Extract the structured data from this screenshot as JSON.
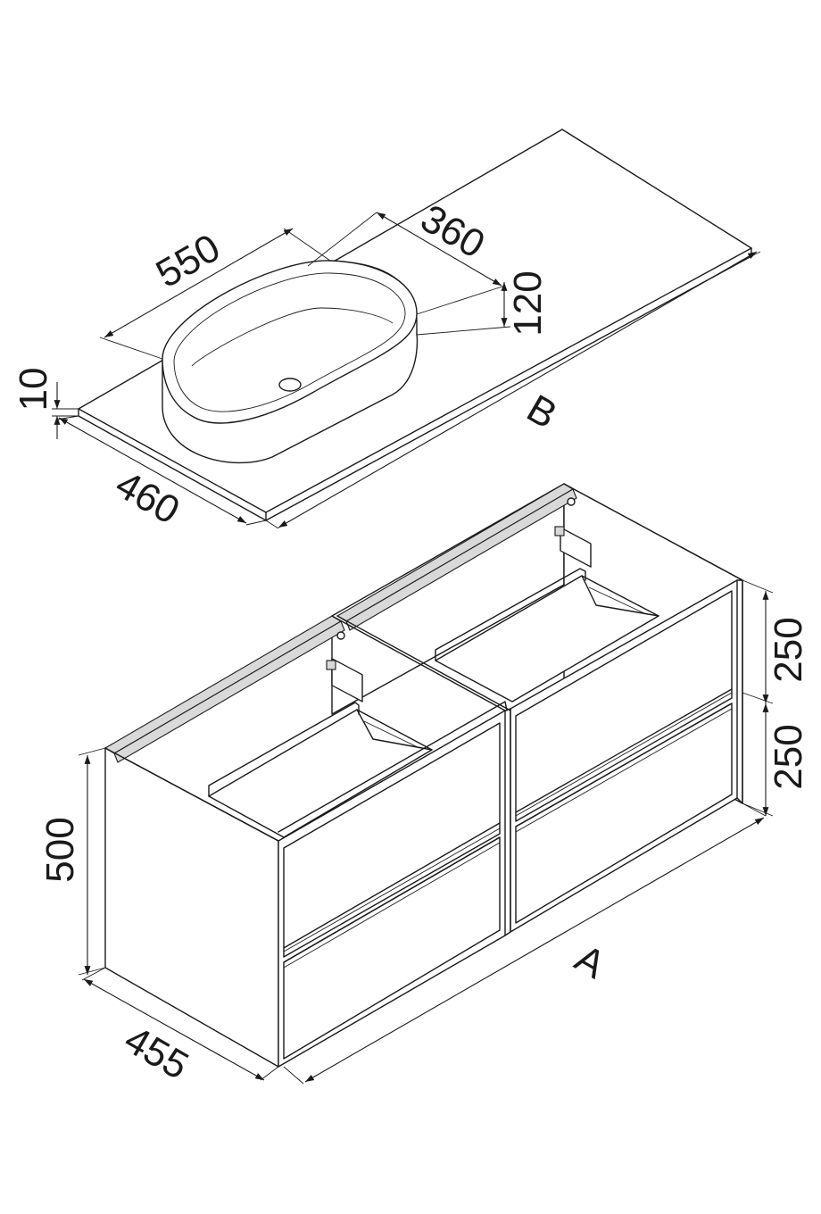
{
  "dimensions": {
    "basin_length": "550",
    "basin_width": "360",
    "basin_height": "120",
    "top_thickness": "10",
    "top_depth": "460",
    "top_width": "B",
    "cabinet_height": "500",
    "drawer_upper": "250",
    "drawer_lower": "250",
    "cabinet_depth": "455",
    "cabinet_width": "A"
  }
}
